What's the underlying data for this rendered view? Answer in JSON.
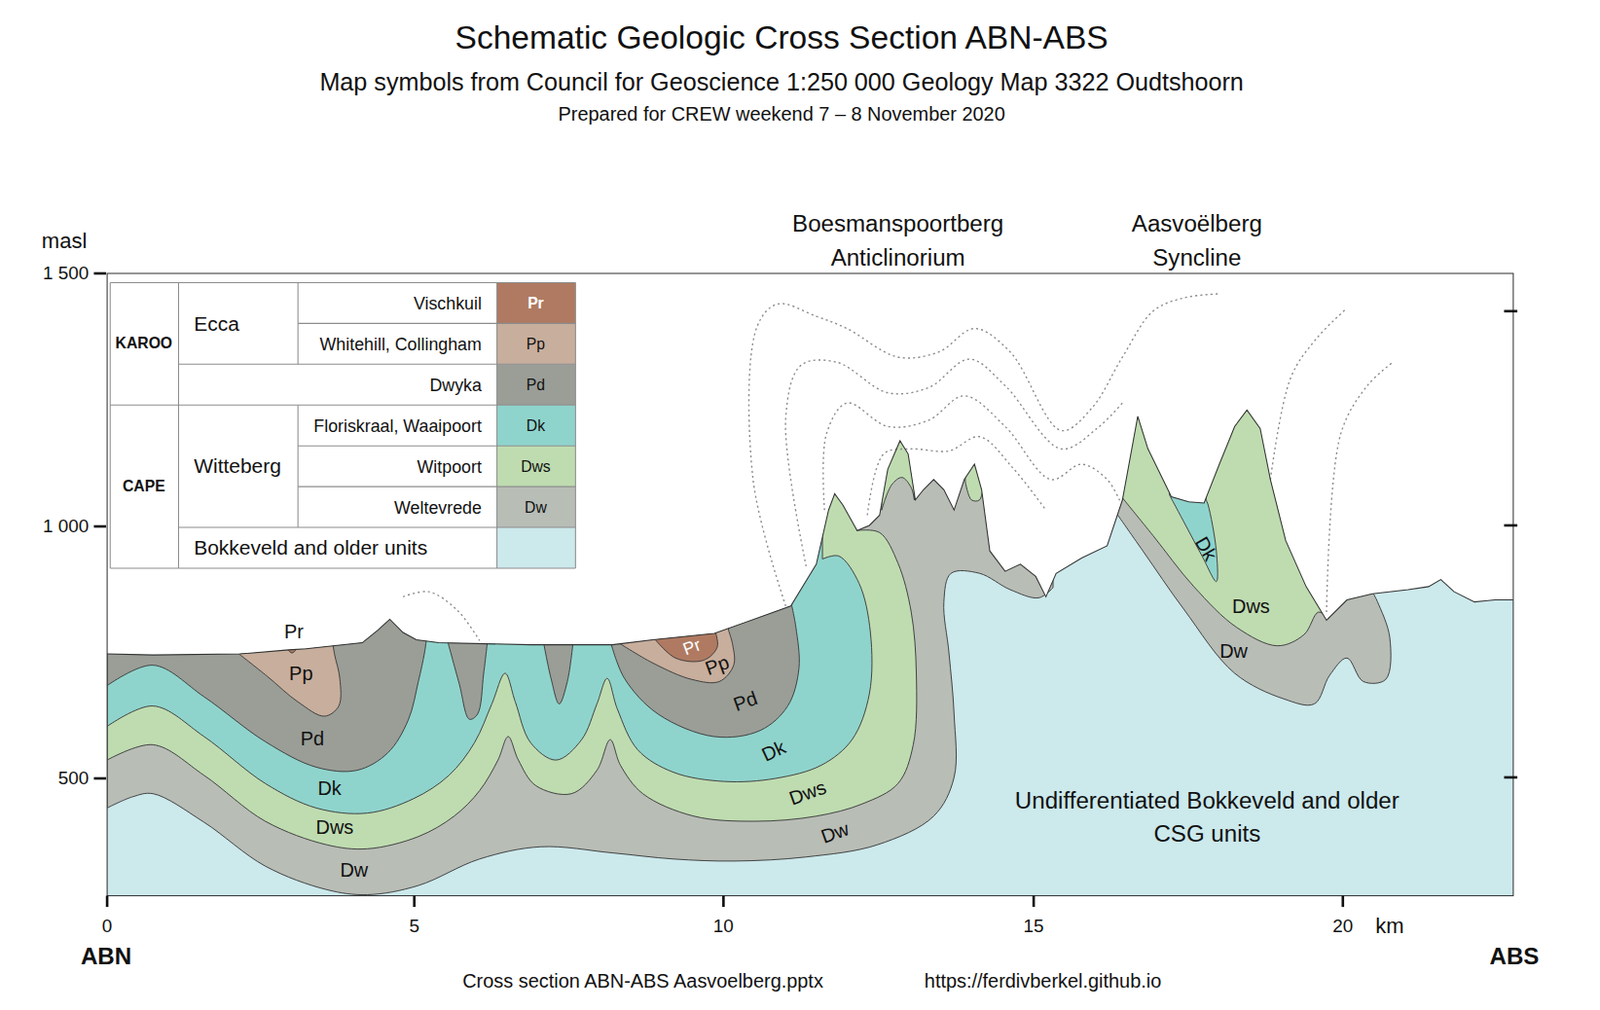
{
  "diagram": {
    "title": "Schematic Geologic Cross Section ABN-ABS",
    "labels": [
      "Map symbols from Council for Geoscience 1:250 000 Geology Map 3322 Oudtshoorn",
      "Prepared for CREW weekend 7 – 8 November 2020",
      "Boesmanspoortberg Anticlinorium",
      "Aasvoëlberg Syncline",
      "masl",
      "1 500",
      "1 000",
      "500",
      "0",
      "5",
      "10",
      "15",
      "20",
      "km",
      "ABN",
      "ABS",
      "Cross section ABN-ABS Aasvoelberg.pptx",
      "https://ferdivberkel.github.io",
      "KAROO",
      "Ecca",
      "CAPE",
      "Witteberg",
      "Pr",
      "Pp",
      "Pd",
      "Dk",
      "Dws",
      "Dw",
      "Pr",
      "Pp",
      "Pd",
      "Dk",
      "Dws",
      "Dw",
      "Pr",
      "Pp",
      "Pd",
      "Dk",
      "Dws",
      "Dw",
      "Dk",
      "Dws",
      "Dw",
      "Undifferentiated Bokkeveld and older CSG units"
    ],
    "legend": [
      {
        "text": "Vischkuil",
        "color": "#b07a62"
      },
      {
        "text": "Whitehill, Collingham",
        "color": "#c8ae9c"
      },
      {
        "text": "Dwyka",
        "color": "#9a9e97"
      },
      {
        "text": "Floriskraal, Waaipoort",
        "color": "#8fd4cc"
      },
      {
        "text": "Witpoort",
        "color": "#bfdcb0"
      },
      {
        "text": "Weltevrede",
        "color": "#b8bdb6"
      },
      {
        "text": "Bokkeveld and older units",
        "color": "#cce9ec"
      }
    ]
  }
}
